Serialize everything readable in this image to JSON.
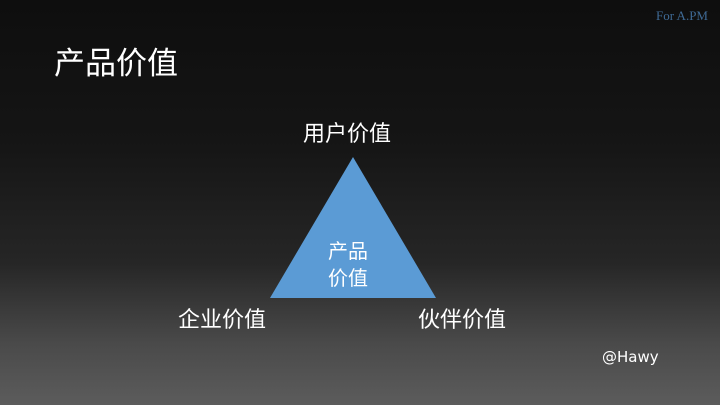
{
  "header_tag": "For A.PM",
  "title": "产品价值",
  "diagram": {
    "top_label": "用户价值",
    "left_label": "企业价值",
    "right_label": "伙伴价值",
    "center_line1": "产品",
    "center_line2": "价值",
    "triangle_color": "#5b9bd5"
  },
  "signature": "@Hawy"
}
